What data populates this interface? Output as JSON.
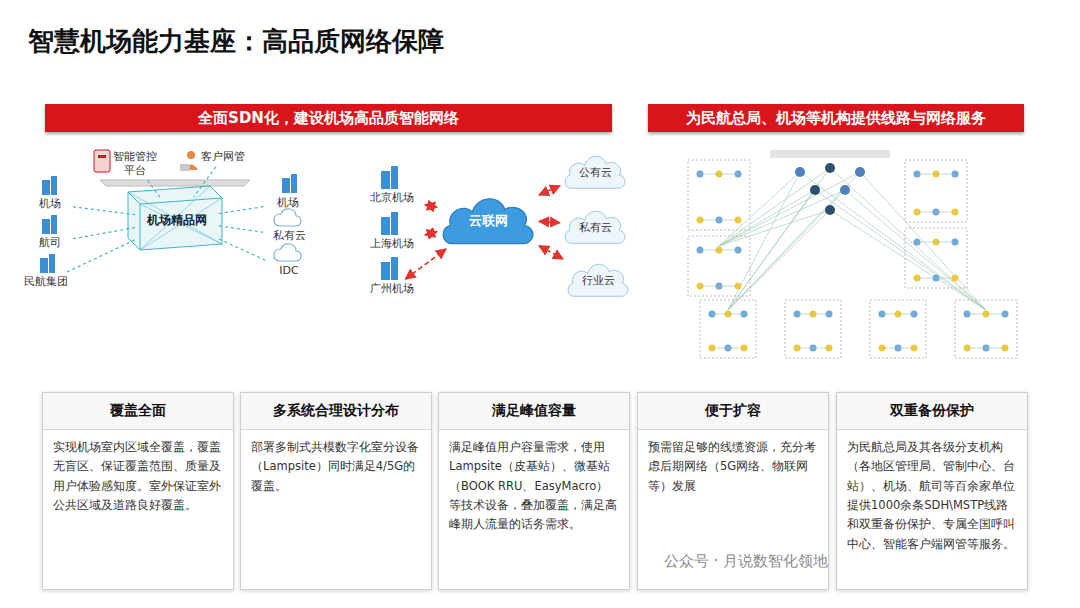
{
  "diagram": {
    "title": "智慧机场能力基座：高品质网络保障",
    "nodes": [
      {
        "text": [
          "全面SDN化，建设机场高品质智能网络"
        ]
      },
      {
        "text": [
          "为民航总局、机场等机构提供线路与网络服务"
        ]
      },
      {
        "text": [
          "智能管控平台"
        ]
      },
      {
        "text": [
          "客户网管"
        ]
      },
      {
        "text": [
          "机场"
        ]
      },
      {
        "text": [
          "航司"
        ]
      },
      {
        "text": [
          "民航集团"
        ]
      },
      {
        "text": [
          "机场精品网"
        ]
      },
      {
        "text": [
          "机场"
        ]
      },
      {
        "text": [
          "私有云"
        ]
      },
      {
        "text": [
          "IDC"
        ]
      },
      {
        "text": [
          "北京机场"
        ]
      },
      {
        "text": [
          "上海机场"
        ]
      },
      {
        "text": [
          "广州机场"
        ]
      },
      {
        "text": [
          "云联网"
        ]
      },
      {
        "text": [
          "公有云"
        ]
      },
      {
        "text": [
          "私有云"
        ]
      },
      {
        "text": [
          "行业云"
        ]
      },
      {
        "text": [
          "覆盖全面",
          "实现机场室内区域全覆盖，覆盖无盲区、保证覆盖范围、质量及用户体验感知度。室外保证室外公共区域及道路良好覆盖。"
        ]
      },
      {
        "text": [
          "多系统合理设计分布",
          "部署多制式共模数字化室分设备（Lampsite）同时满足4/5G的覆盖。"
        ]
      },
      {
        "text": [
          "满足峰值容量",
          "满足峰值用户容量需求，使用Lampsite（皮基站）、微基站（BOOK RRU、EasyMacro）等技术设备，叠加覆盖，满足高峰期人流量的话务需求。"
        ]
      },
      {
        "text": [
          "便于扩容",
          "预需留足够的线缆资源，充分考虑后期网络（5G网络、物联网等）发展"
        ]
      },
      {
        "text": [
          "双重备份保护",
          "为民航总局及其各级分支机构（各地区管理局、管制中心、台站）、机场、航司等百余家单位提供1000余条SDH\\MSTP线路和双重备份保护、专属全国呼叫中心、智能客户端网管等服务。"
        ]
      }
    ],
    "edges": [
      {
        "from": 2,
        "to": 7,
        "arrow": "none"
      },
      {
        "from": 3,
        "to": 7,
        "arrow": "none"
      },
      {
        "from": 4,
        "to": 7,
        "arrow": "none"
      },
      {
        "from": 5,
        "to": 7,
        "arrow": "none"
      },
      {
        "from": 6,
        "to": 7,
        "arrow": "none"
      },
      {
        "from": 7,
        "to": 8,
        "arrow": "none"
      },
      {
        "from": 7,
        "to": 9,
        "arrow": "none"
      },
      {
        "from": 7,
        "to": 10,
        "arrow": "none"
      },
      {
        "from": 11,
        "to": 14,
        "arrow": "both"
      },
      {
        "from": 12,
        "to": 14,
        "arrow": "both"
      },
      {
        "from": 13,
        "to": 14,
        "arrow": "both"
      },
      {
        "from": 14,
        "to": 15,
        "arrow": "both"
      },
      {
        "from": 14,
        "to": 16,
        "arrow": "both"
      },
      {
        "from": 14,
        "to": 17,
        "arrow": "both"
      }
    ],
    "labels": [
      "公众号 · 月说数智化领地"
    ]
  }
}
